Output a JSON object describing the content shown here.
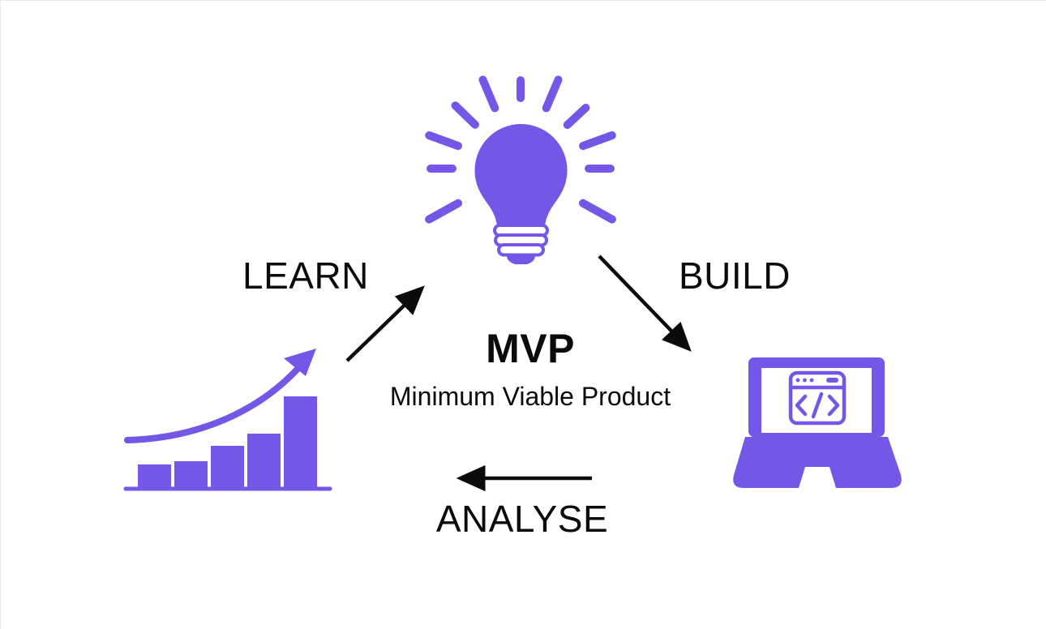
{
  "diagram": {
    "title": "MVP",
    "subtitle": "Minimum Viable Product",
    "steps": [
      {
        "label": "LEARN"
      },
      {
        "label": "BUILD"
      },
      {
        "label": "ANALYSE"
      }
    ],
    "icons": [
      {
        "name": "lightbulb-icon"
      },
      {
        "name": "laptop-code-icon"
      },
      {
        "name": "growth-chart-icon",
        "bar_heights": [
          29,
          33,
          52,
          67,
          113
        ]
      }
    ]
  },
  "colors": {
    "accent": "#7557E8",
    "arrow": "#0B0B0B",
    "text": "#0B0B0B",
    "background": "#FFFFFF"
  }
}
